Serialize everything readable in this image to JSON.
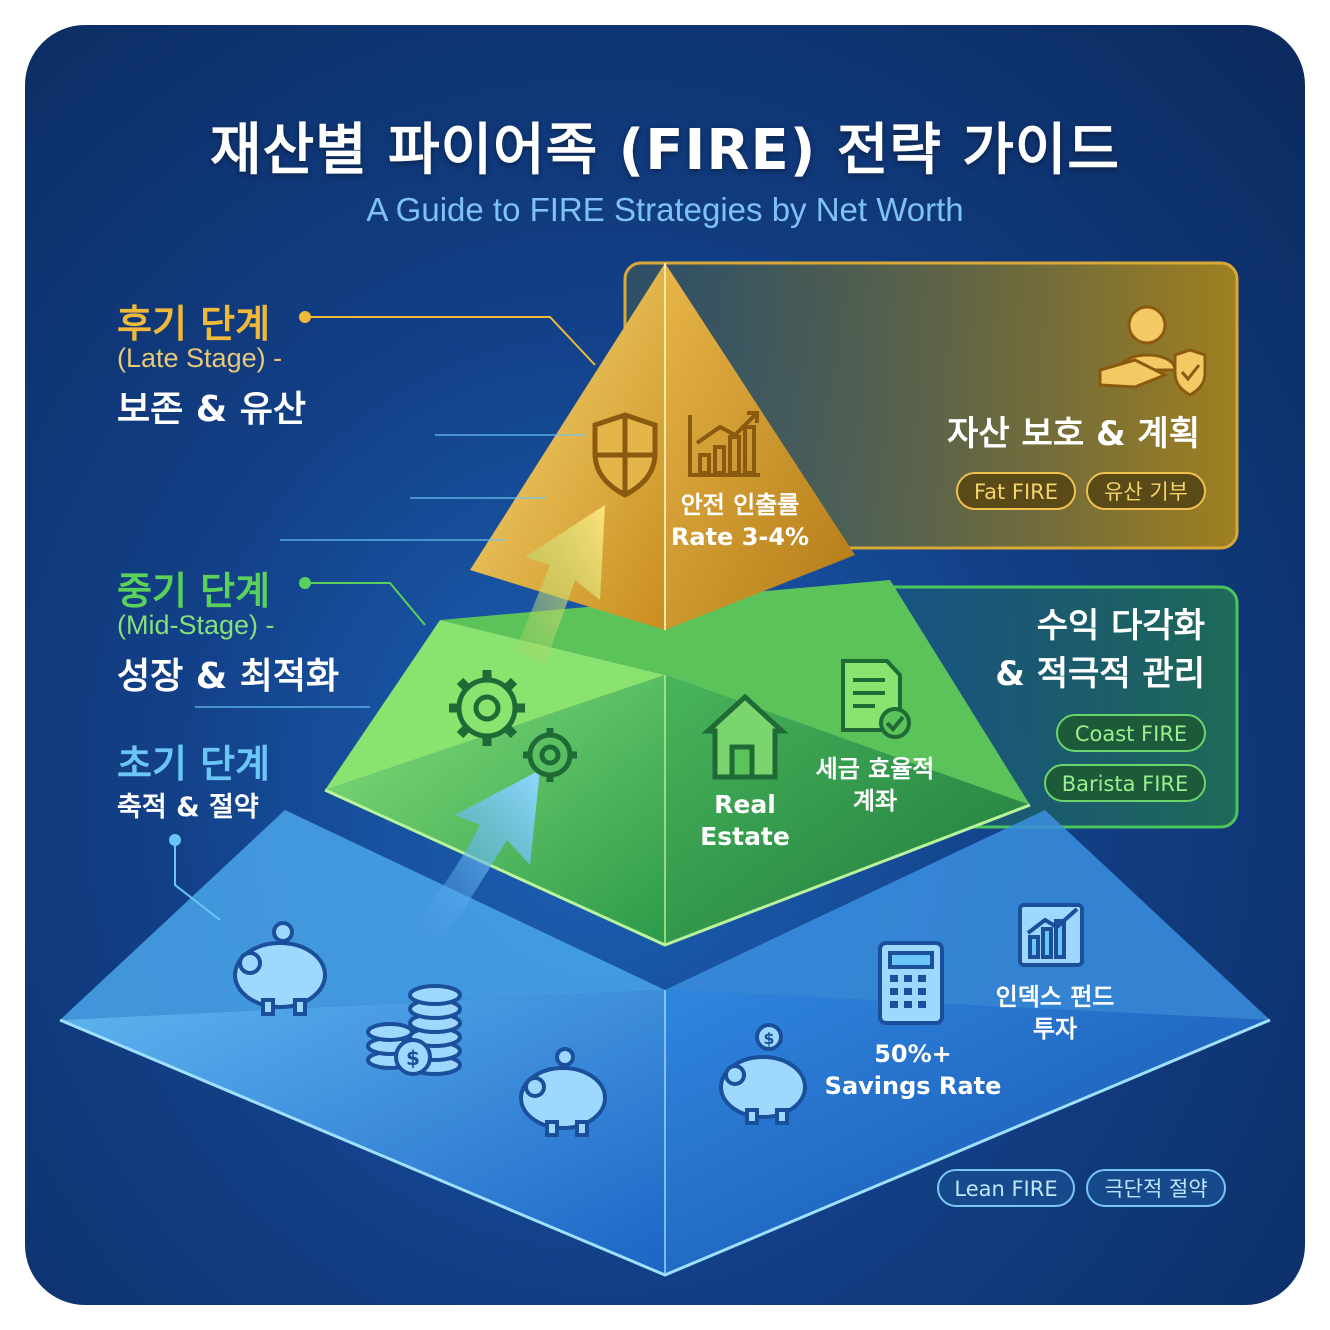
{
  "title": "재산별 파이어족 (FIRE) 전략 가이드",
  "subtitle": "A Guide to FIRE Strategies by Net Worth",
  "colors": {
    "late": "#f0b93a",
    "mid": "#5ad15a",
    "early": "#6cc6f5",
    "background": "#123f86"
  },
  "stages": {
    "late": {
      "title": "후기 단계",
      "en": "(Late Stage) -",
      "kr": "보존 & 유산"
    },
    "mid": {
      "title": "중기 단계",
      "en": "(Mid-Stage) -",
      "kr": "성장 & 최적화"
    },
    "early": {
      "title": "초기 단계",
      "kr": "축적 & 절약"
    }
  },
  "top_layer": {
    "rate_line1": "안전 인출률",
    "rate_line2": "Rate 3-4%",
    "panel_title": "자산 보호 & 계획",
    "tags": [
      "Fat FIRE",
      "유산 기부"
    ],
    "icons": [
      "shield-icon",
      "growth-chart-icon",
      "hand-shield-person-icon"
    ]
  },
  "middle_layer": {
    "real_estate_line1": "Real",
    "real_estate_line2": "Estate",
    "tax_line1": "세금 효율적",
    "tax_line2": "계좌",
    "panel_title_line1": "수익 다각화",
    "panel_title_line2": "& 적극적 관리",
    "tags": [
      "Coast FIRE",
      "Barista FIRE"
    ],
    "icons": [
      "gears-icon",
      "house-icon",
      "document-check-icon"
    ]
  },
  "bottom_layer": {
    "savings_line1": "50%+",
    "savings_line2": "Savings Rate",
    "index_line1": "인덱스 펀드",
    "index_line2": "투자",
    "tags": [
      "Lean FIRE",
      "극단적 절약"
    ],
    "icons": [
      "piggy-bank-icon",
      "coin-stack-icon",
      "calculator-icon",
      "bar-chart-icon"
    ]
  }
}
